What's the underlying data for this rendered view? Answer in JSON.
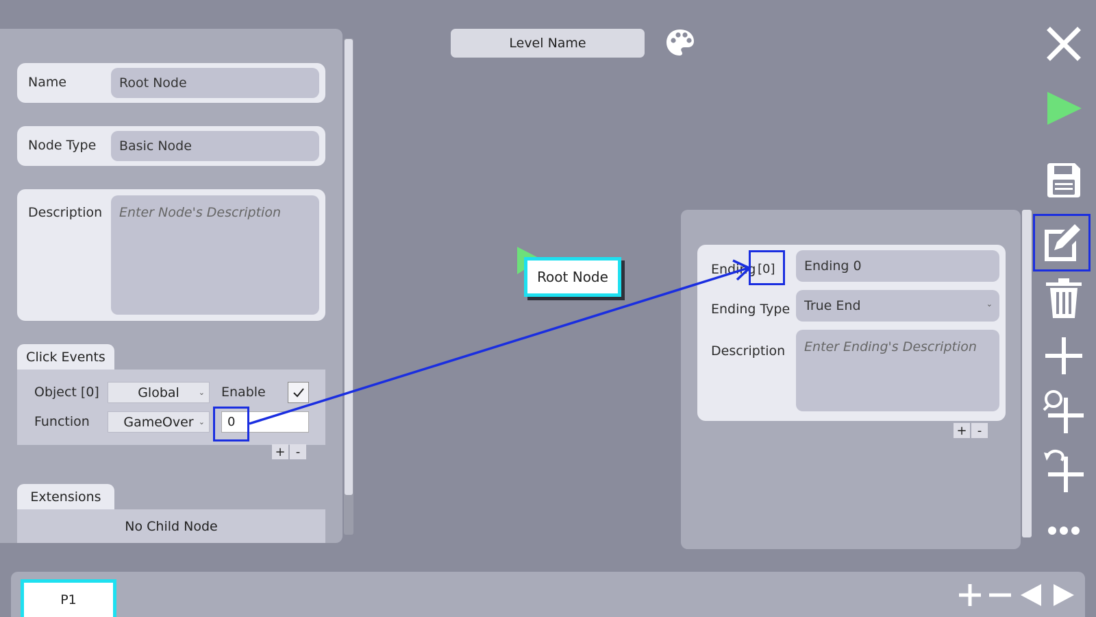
{
  "top": {
    "level_name": "Level Name"
  },
  "icons": {
    "palette": "palette-icon",
    "close": "close-icon",
    "play": "play-icon",
    "save": "save-icon",
    "edit": "edit-icon",
    "delete": "trash-icon",
    "add": "plus-icon",
    "zoom_add": "zoom-plus-icon",
    "undo_add": "undo-plus-icon",
    "more": "more-icon"
  },
  "node_panel": {
    "name_label": "Name",
    "name_value": "Root Node",
    "type_label": "Node Type",
    "type_value": "Basic Node",
    "desc_label": "Description",
    "desc_placeholder": "Enter Node's Description",
    "click_events": {
      "tab": "Click Events",
      "object_label": "Object [0]",
      "object_value": "Global",
      "enable_label": "Enable",
      "enable_checked": true,
      "function_label": "Function",
      "function_value": "GameOver",
      "param_value": "0",
      "plus": "+",
      "minus": "-"
    },
    "extensions": {
      "tab": "Extensions",
      "empty_text": "No Child Node"
    }
  },
  "canvas": {
    "root_node_label": "Root Node"
  },
  "ending_panel": {
    "ending_label": "Ending",
    "ending_index": "[0]",
    "ending_value": "Ending 0",
    "type_label": "Ending Type",
    "type_value": "True End",
    "desc_label": "Description",
    "desc_placeholder": "Enter Ending's Description",
    "plus": "+",
    "minus": "-"
  },
  "bottom": {
    "page_tab": "P1"
  },
  "colors": {
    "accent": "#1ee0f0",
    "highlight": "#1a2ee0",
    "play": "#6de07a",
    "background": "#8a8c9c"
  }
}
